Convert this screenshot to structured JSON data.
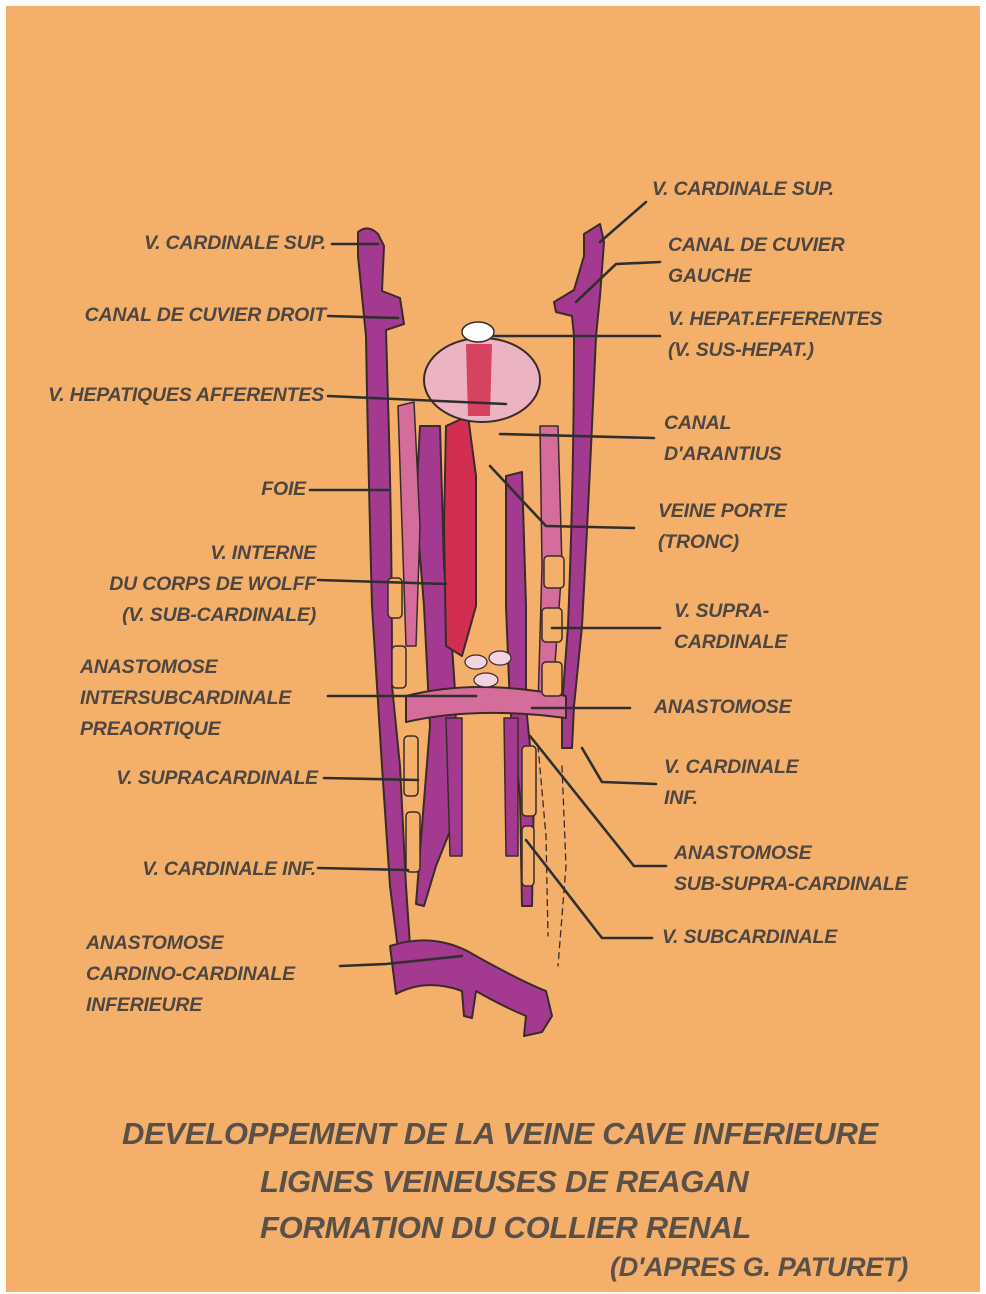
{
  "labels_left": {
    "cardinale_sup": "V. CARDINALE SUP.",
    "cuvier_droit": "CANAL DE CUVIER DROIT",
    "hepatiques_afferentes": "V. HEPATIQUES AFFERENTES",
    "foie": "FOIE",
    "interne_wolff": [
      "V. INTERNE",
      "DU CORPS DE WOLFF",
      "(V. SUB-CARDINALE)"
    ],
    "anastomose_inter": [
      "ANASTOMOSE",
      "INTERSUBCARDINALE",
      "PREAORTIQUE"
    ],
    "supracardinale": "V. SUPRACARDINALE",
    "cardinale_inf": "V. CARDINALE INF.",
    "anastomose_cardino": [
      "ANASTOMOSE",
      "CARDINO-CARDINALE",
      "INFERIEURE"
    ]
  },
  "labels_right": {
    "cardinale_sup": "V. CARDINALE SUP.",
    "cuvier_gauche": [
      "CANAL DE CUVIER",
      "GAUCHE"
    ],
    "hepat_efferentes": [
      "V. HEPAT.EFFERENTES",
      "(V. SUS-HEPAT.)"
    ],
    "canal_arantius": [
      "CANAL",
      "D'ARANTIUS"
    ],
    "veine_porte": [
      "VEINE PORTE",
      "(TRONC)"
    ],
    "supra_cardinale": [
      "V. SUPRA-",
      "CARDINALE"
    ],
    "anastomose": "ANASTOMOSE",
    "cardinale_inf": [
      "V. CARDINALE",
      "INF."
    ],
    "anastomose_sub_supra": [
      "ANASTOMOSE",
      "SUB-SUPRA-CARDINALE"
    ],
    "subcardinale": "V. SUBCARDINALE"
  },
  "caption": {
    "line1": "DEVELOPPEMENT DE LA VEINE CAVE INFERIEURE",
    "line2": "LIGNES VEINEUSES DE REAGAN",
    "line3": "FORMATION DU COLLIER RENAL",
    "credit": "(D'APRES G. PATURET)"
  },
  "colors": {
    "background": "#f4b06a",
    "vein_purple": "#a33a8f",
    "vein_pink": "#d56d9c",
    "vein_red": "#d12f4f",
    "text": "#4e4640"
  }
}
